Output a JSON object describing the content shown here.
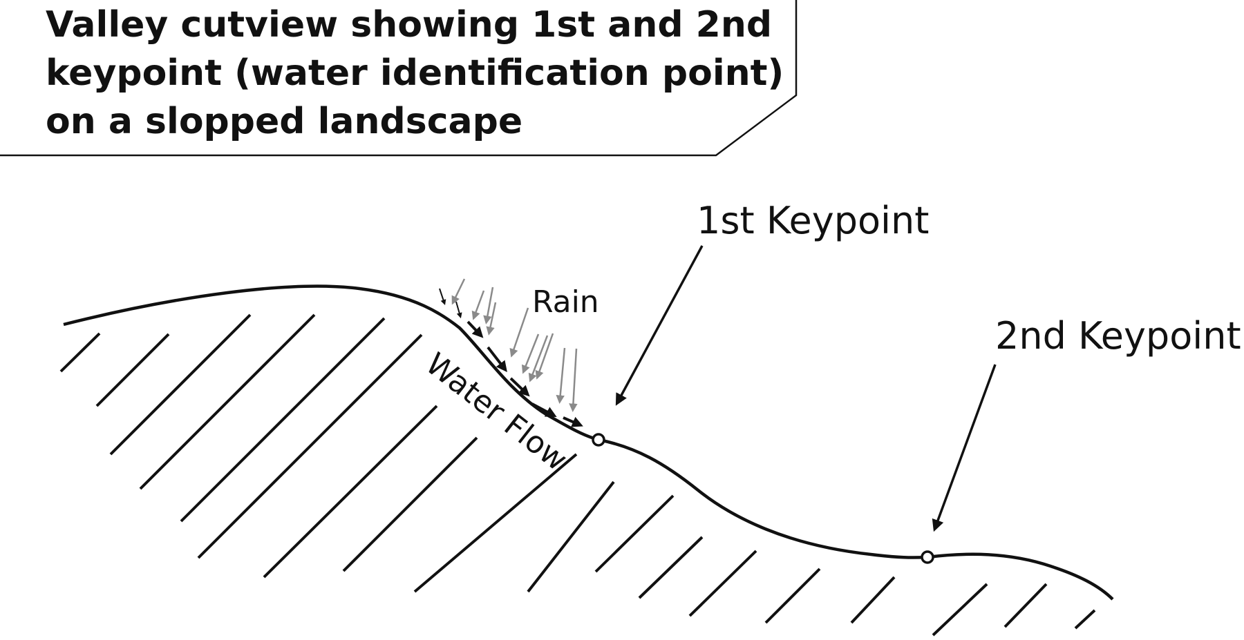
{
  "title": {
    "lines": [
      "Valley cutview showing 1st and 2nd",
      "keypoint (water identification point)",
      "on a slopped landscape"
    ]
  },
  "labels": {
    "rain": "Rain",
    "water_flow": "Water Flow",
    "keypoint_1": "1st Keypoint",
    "keypoint_2": "2nd Keypoint"
  },
  "colors": {
    "ink": "#111111",
    "rain": "#8a8a8a",
    "background": "#ffffff"
  }
}
